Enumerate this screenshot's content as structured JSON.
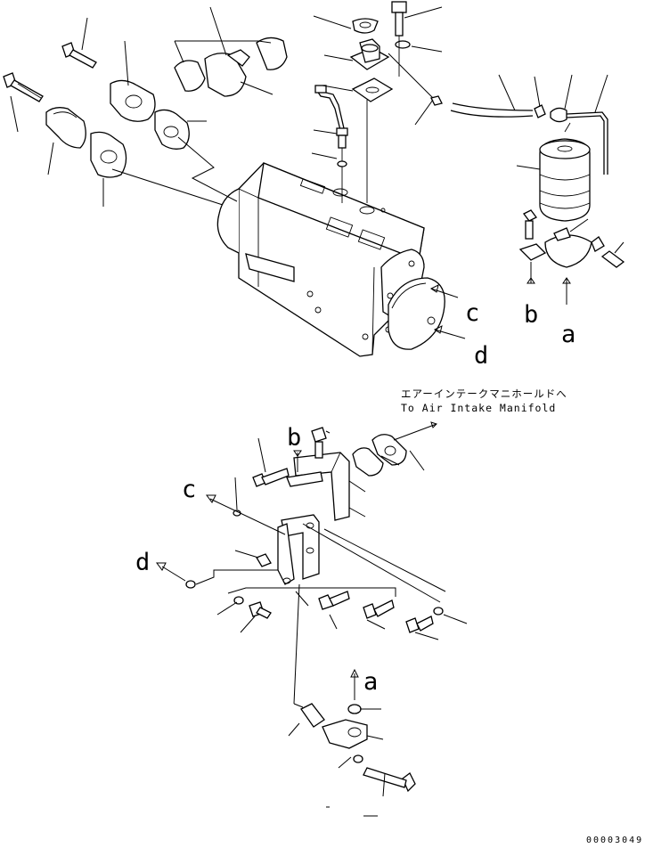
{
  "labels": {
    "a": "a",
    "b": "b",
    "c": "c",
    "d": "d"
  },
  "note": {
    "japanese": "エアーインテークマニホールドへ",
    "english": "To Air Intake Manifold"
  },
  "drawing_number": "00003049"
}
